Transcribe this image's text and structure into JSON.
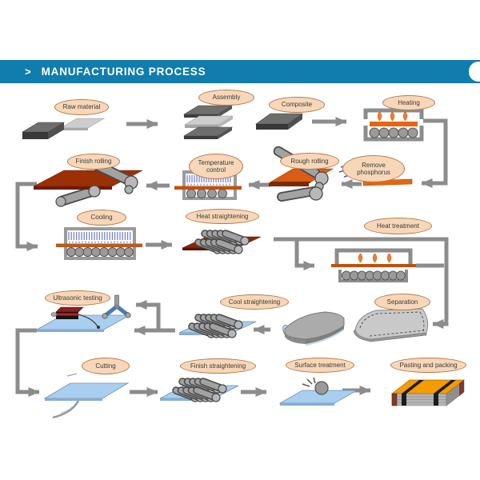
{
  "header": {
    "chevron": ">",
    "title": "MANUFACTURING PROCESS"
  },
  "colors": {
    "header_blue": "#107dae",
    "label_fill": "#f7d7b8",
    "label_border": "#b5794f",
    "arrow_gray": "#8c8c8c",
    "hot_orange": "#e8650f",
    "hot_plate_red": "#9b2f06",
    "steel_gray": "#9a9a9a",
    "cold_plate_blue": "#a9cef0",
    "package_orange": "#f49c04"
  },
  "steps": [
    {
      "id": "raw-material",
      "label": "Raw material"
    },
    {
      "id": "assembly",
      "label": "Assembly"
    },
    {
      "id": "composite",
      "label": "Composite"
    },
    {
      "id": "heating",
      "label": "Heating"
    },
    {
      "id": "remove-phosphorus",
      "label": "Remove\nphosphorus"
    },
    {
      "id": "rough-rolling",
      "label": "Rough rolling"
    },
    {
      "id": "temperature-control",
      "label": "Temperature\ncontrol"
    },
    {
      "id": "finish-rolling",
      "label": "Finish rolling"
    },
    {
      "id": "cooling",
      "label": "Cooling"
    },
    {
      "id": "heat-straightening",
      "label": "Heat straightening"
    },
    {
      "id": "heat-treatment",
      "label": "Heat treatment"
    },
    {
      "id": "separation",
      "label": "Separation"
    },
    {
      "id": "cool-straightening",
      "label": "Cool straightening"
    },
    {
      "id": "ultrasonic-testing",
      "label": "Ultrasonic testing"
    },
    {
      "id": "cutting",
      "label": "Cutting"
    },
    {
      "id": "finish-straightening",
      "label": "Finish straightening"
    },
    {
      "id": "surface-treatment",
      "label": "Surface treatment"
    },
    {
      "id": "pasting-and-packing",
      "label": "Pasting and packing"
    }
  ]
}
